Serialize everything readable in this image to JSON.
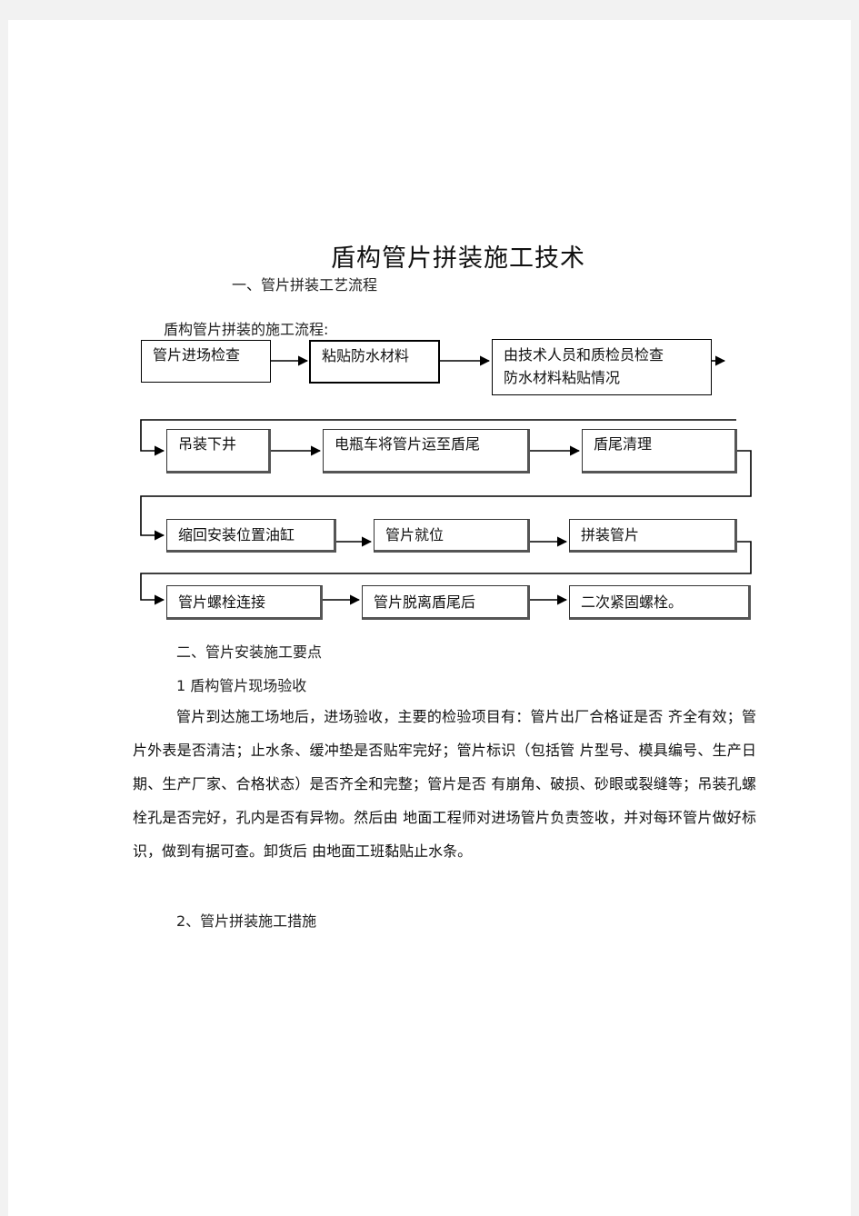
{
  "document": {
    "title": "盾构管片拼装施工技术",
    "section1_heading": "一、管片拼装工艺流程",
    "flow_intro": "盾构管片拼装的施工流程:",
    "flow_steps": [
      {
        "label": "管片进场检查"
      },
      {
        "label": "粘贴防水材料"
      },
      {
        "label_line1": "由技术人员和质检员检查",
        "label_line2": "防水材料粘贴情况"
      },
      {
        "label": "吊装下井"
      },
      {
        "label": "电瓶车将管片运至盾尾"
      },
      {
        "label": "盾尾清理"
      },
      {
        "label": "缩回安装位置油缸"
      },
      {
        "label": "管片就位"
      },
      {
        "label": "拼装管片"
      },
      {
        "label": "管片螺栓连接"
      },
      {
        "label": "管片脱离盾尾后"
      },
      {
        "label": "二次紧固螺栓。"
      }
    ],
    "section2_heading": "二、管片安装施工要点",
    "subsection1_heading": "1 盾构管片现场验收",
    "paragraph1": "管片到达施工场地后，进场验收，主要的检验项目有：管片出厂合格证是否  齐全有效；管片外表是否清洁；止水条、缓冲垫是否贴牢完好；管片标识（包括管  片型号、模具编号、生产日期、生产厂家、合格状态）是否齐全和完整；管片是否  有崩角、破损、砂眼或裂缝等；吊装孔螺栓孔是否完好，孔内是否有异物。然后由  地面工程师对进场管片负责签收，并对每环管片做好标识，做到有据可查。卸货后  由地面工班黏贴止水条。",
    "subsection2_heading": "2、管片拼装施工措施"
  }
}
